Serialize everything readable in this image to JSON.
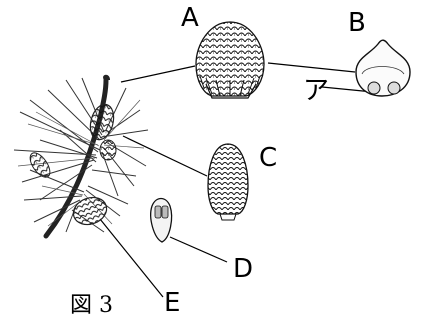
{
  "figure": {
    "caption": "図 3",
    "labels": {
      "a": "A",
      "b": "B",
      "c": "C",
      "d": "D",
      "e": "E",
      "a_part": "ア"
    }
  }
}
